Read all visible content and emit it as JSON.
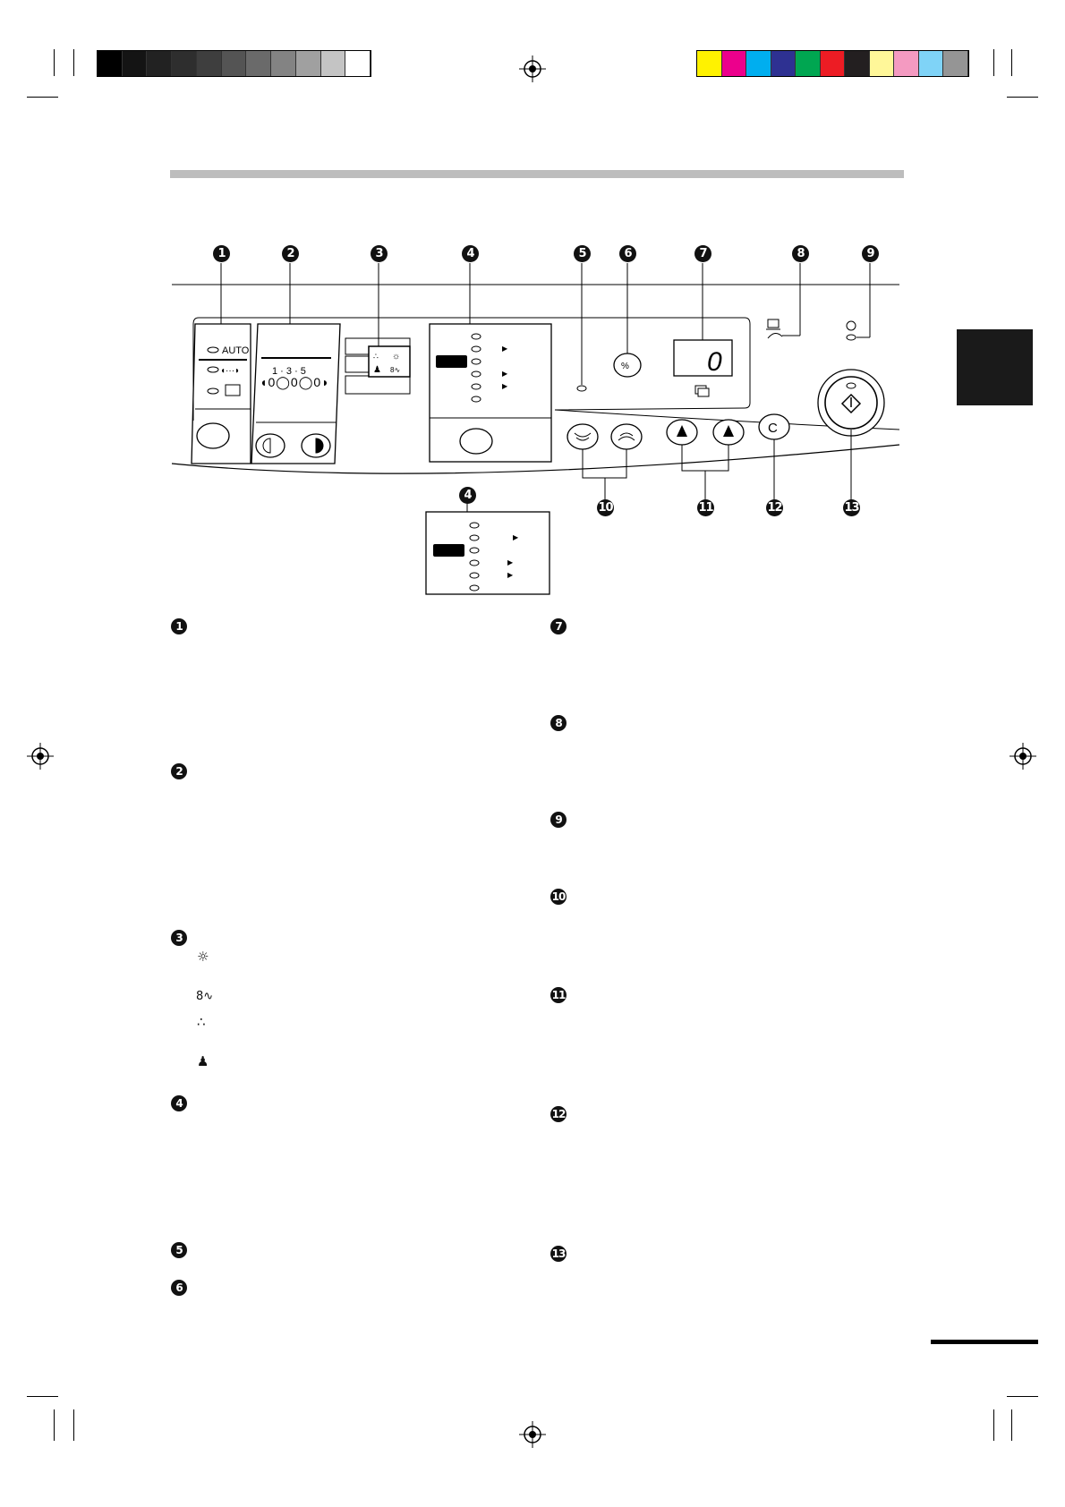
{
  "colors": {
    "grayscale_bar": [
      "#000000",
      "#141414",
      "#222222",
      "#2e2e2e",
      "#3e3e3e",
      "#545454",
      "#6a6a6a",
      "#838383",
      "#a0a0a0",
      "#c4c4c4",
      "#ffffff"
    ],
    "color_bar": [
      "#fff200",
      "#ec008c",
      "#00aeef",
      "#2e3192",
      "#00a651",
      "#ed1c24",
      "#231f20",
      "#fff799",
      "#f49ac1",
      "#7fd3f7",
      "#959595"
    ],
    "header_rule": "#bdbdbd",
    "side_tab": "#1a1a1a"
  },
  "panel": {
    "callouts": [
      "1",
      "2",
      "3",
      "4",
      "5",
      "6",
      "7",
      "8",
      "9",
      "10",
      "11",
      "12",
      "13"
    ],
    "exposure": {
      "auto_label": "AUTO",
      "manual_icon": "half-moon-dotted-icon",
      "photo_icon": "photo-icon"
    },
    "scale": {
      "label": "1 · 3 · 5"
    },
    "display": {
      "digit": "0"
    },
    "clear_key": "C",
    "ratio_key": "%"
  },
  "descriptions": {
    "numbers": [
      "1",
      "2",
      "3",
      "4",
      "5",
      "6",
      "7",
      "8",
      "9",
      "10",
      "11",
      "12",
      "13"
    ],
    "alarm_icons": [
      "sun-icon",
      "misfeed-icon",
      "toner-icon",
      "maintenance-icon"
    ]
  }
}
